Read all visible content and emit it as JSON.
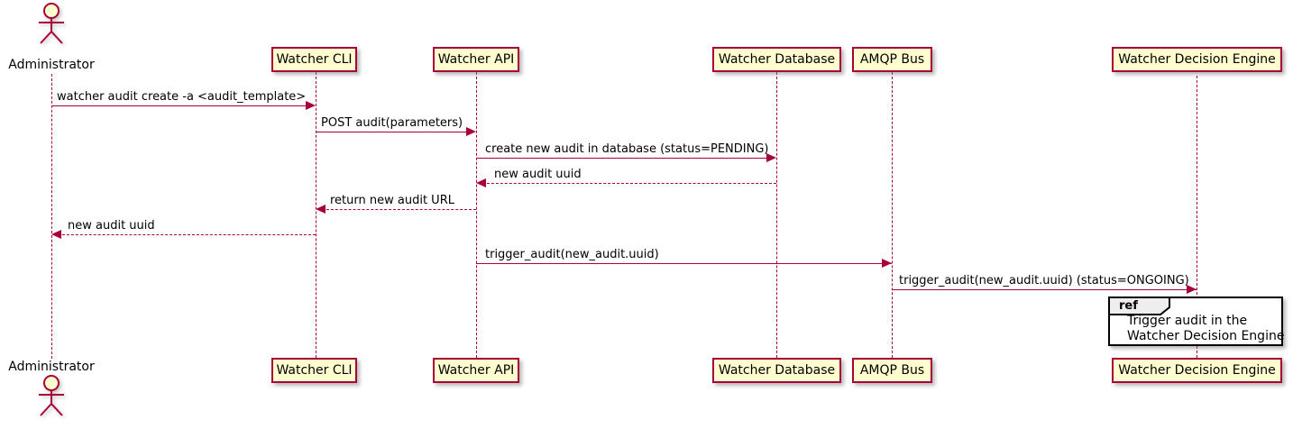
{
  "actor": {
    "name": "Administrator"
  },
  "participants": [
    {
      "name": "Watcher CLI"
    },
    {
      "name": "Watcher API"
    },
    {
      "name": "Watcher Database"
    },
    {
      "name": "AMQP Bus"
    },
    {
      "name": "Watcher Decision Engine"
    }
  ],
  "messages": [
    {
      "from": "Administrator",
      "to": "Watcher CLI",
      "label": "watcher audit create -a <audit_template>",
      "style": "solid",
      "direction": "right"
    },
    {
      "from": "Watcher CLI",
      "to": "Watcher API",
      "label": "POST audit(parameters)",
      "style": "solid",
      "direction": "right"
    },
    {
      "from": "Watcher API",
      "to": "Watcher Database",
      "label": "create new audit in database (status=PENDING)",
      "style": "solid",
      "direction": "right"
    },
    {
      "from": "Watcher Database",
      "to": "Watcher API",
      "label": "new audit uuid",
      "style": "dashed",
      "direction": "left"
    },
    {
      "from": "Watcher API",
      "to": "Watcher CLI",
      "label": "return new audit URL",
      "style": "dashed",
      "direction": "left"
    },
    {
      "from": "Watcher CLI",
      "to": "Administrator",
      "label": "new audit uuid",
      "style": "dashed",
      "direction": "left"
    },
    {
      "from": "Watcher API",
      "to": "AMQP Bus",
      "label": "trigger_audit(new_audit.uuid)",
      "style": "solid",
      "direction": "right"
    },
    {
      "from": "AMQP Bus",
      "to": "Watcher Decision Engine",
      "label": "trigger_audit(new_audit.uuid) (status=ONGOING)",
      "style": "solid",
      "direction": "right"
    }
  ],
  "ref": {
    "keyword": "ref",
    "lines": [
      "Trigger audit in the",
      "Watcher Decision Engine"
    ]
  },
  "colors": {
    "participant_fill": "#FEFECE",
    "stroke": "#A80036",
    "ref_border": "#000000",
    "ref_header_fill": "#EEEEEE",
    "text": "#000000",
    "background": "#FFFFFF"
  }
}
